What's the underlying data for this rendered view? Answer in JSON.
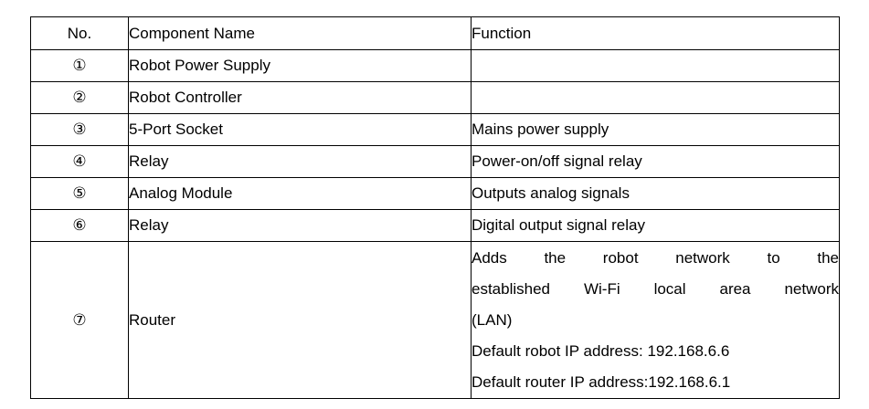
{
  "table": {
    "name": "component-function-table",
    "columns": [
      {
        "key": "no",
        "label": "No."
      },
      {
        "key": "name",
        "label": "Component Name"
      },
      {
        "key": "function",
        "label": "Function"
      }
    ],
    "rows": [
      {
        "no": "①",
        "name": "Robot Power Supply",
        "function": ""
      },
      {
        "no": "②",
        "name": "Robot Controller",
        "function": ""
      },
      {
        "no": "③",
        "name": "5-Port Socket",
        "function": "Mains power supply"
      },
      {
        "no": "④",
        "name": "Relay",
        "function": "Power-on/off signal relay"
      },
      {
        "no": "⑤",
        "name": "Analog Module",
        "function": "Outputs analog signals"
      },
      {
        "no": "⑥",
        "name": "Relay",
        "function": "Digital output signal relay"
      },
      {
        "no": "⑦",
        "name": "Router",
        "function_lines": [
          "Adds the robot network to the",
          "established Wi-Fi local area network",
          "(LAN)",
          "Default robot IP address: 192.168.6.6",
          "Default router IP address:192.168.6.1"
        ]
      }
    ]
  },
  "colors": {
    "border": "#000000",
    "text": "#000000",
    "background": "#ffffff"
  }
}
